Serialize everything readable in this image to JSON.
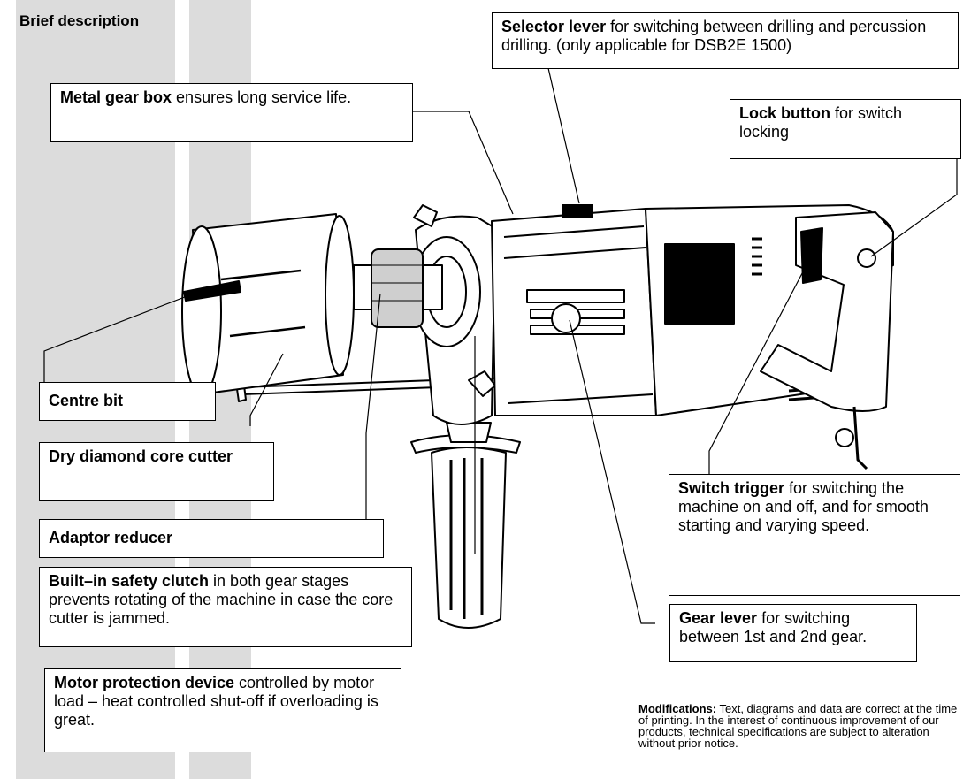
{
  "header": {
    "title": "Brief description"
  },
  "callouts": {
    "selector_lever": {
      "bold": "Selector lever",
      "text": " for switching between drilling and percussion drilling. (only applicable for DSB2E 1500)"
    },
    "metal_gear_box": {
      "bold": "Metal gear box",
      "text": " ensures long service life."
    },
    "lock_button": {
      "bold": "Lock button",
      "text": " for switch locking"
    },
    "centre_bit": {
      "bold": "Centre bit",
      "text": ""
    },
    "dry_diamond_core_cutter": {
      "bold": "Dry diamond core cutter",
      "text": ""
    },
    "adaptor_reducer": {
      "bold": "Adaptor reducer",
      "text": ""
    },
    "safety_clutch": {
      "bold": "Built–in safety clutch",
      "text": " in both gear stages prevents rotating of the machine in case the core cutter is jammed."
    },
    "switch_trigger": {
      "bold": "Switch trigger",
      "text": " for switching the machine on and off, and for smooth starting and varying speed."
    },
    "gear_lever": {
      "bold": "Gear lever",
      "text": " for switching between 1st and 2nd gear."
    },
    "motor_protection": {
      "bold": "Motor protection device",
      "text": " controlled by motor load – heat controlled shut-off if overloading is great."
    }
  },
  "footnote": {
    "bold": "Modifications:",
    "text": " Text, diagrams and data are correct at the time of printing. In the interest of continuous improvement of our products, technical specifications are subject to alteration without prior notice."
  },
  "colors": {
    "band": "#dcdcdc",
    "ink": "#000000",
    "paper": "#ffffff"
  }
}
